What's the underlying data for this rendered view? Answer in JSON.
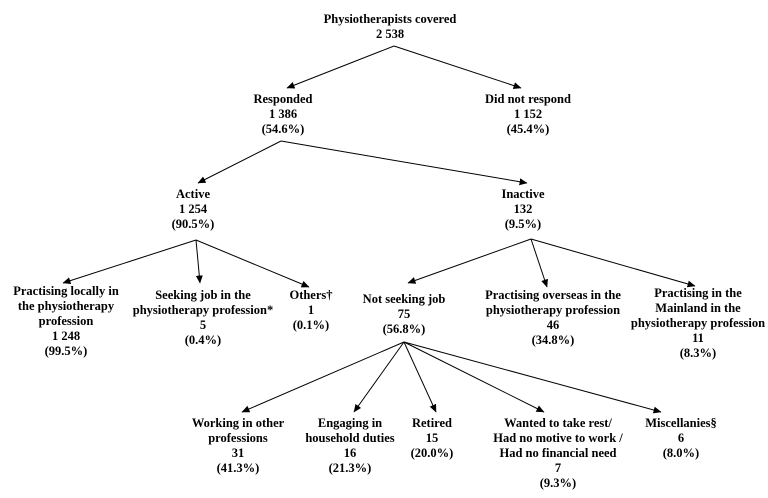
{
  "figure": {
    "background": "#ffffff",
    "text_color": "#000000",
    "line_color": "#000000",
    "type": "tree-flowchart",
    "title": "Physiotherapists covered"
  },
  "nodes": {
    "root": {
      "label": "Physiotherapists covered",
      "value": "2 538",
      "pct": ""
    },
    "responded": {
      "label": "Responded",
      "value": "1 386",
      "pct": "(54.6%)"
    },
    "did_not_respond": {
      "label": "Did not respond",
      "value": "1 152",
      "pct": "(45.4%)"
    },
    "active": {
      "label": "Active",
      "value": "1 254",
      "pct": "(90.5%)"
    },
    "inactive": {
      "label": "Inactive",
      "value": "132",
      "pct": "(9.5%)"
    },
    "practising_locally": {
      "label": "Practising locally in\nthe physiotherapy\nprofession",
      "value": "1 248",
      "pct": "(99.5%)"
    },
    "seeking_job": {
      "label": "Seeking job in the\nphysiotherapy profession*",
      "value": "5",
      "pct": "(0.4%)"
    },
    "others": {
      "label": "Others†",
      "value": "1",
      "pct": "(0.1%)"
    },
    "not_seeking_job": {
      "label": "Not seeking job",
      "value": "75",
      "pct": "(56.8%)"
    },
    "practising_overseas": {
      "label": "Practising overseas in the\nphysiotherapy profession",
      "value": "46",
      "pct": "(34.8%)"
    },
    "practising_mainland": {
      "label": "Practising in the\nMainland in the\nphysiotherapy profession",
      "value": "11",
      "pct": "(8.3%)"
    },
    "working_other": {
      "label": "Working in other\nprofessions",
      "value": "31",
      "pct": "(41.3%)"
    },
    "household": {
      "label": "Engaging in\nhousehold duties",
      "value": "16",
      "pct": "(21.3%)"
    },
    "retired": {
      "label": "Retired",
      "value": "15",
      "pct": "(20.0%)"
    },
    "wanted_rest": {
      "label": "Wanted to take rest/\nHad no motive to work /\nHad no financial need",
      "value": "7",
      "pct": "(9.3%)"
    },
    "miscellanies": {
      "label": "Miscellanies§",
      "value": "6",
      "pct": "(8.0%)"
    }
  }
}
